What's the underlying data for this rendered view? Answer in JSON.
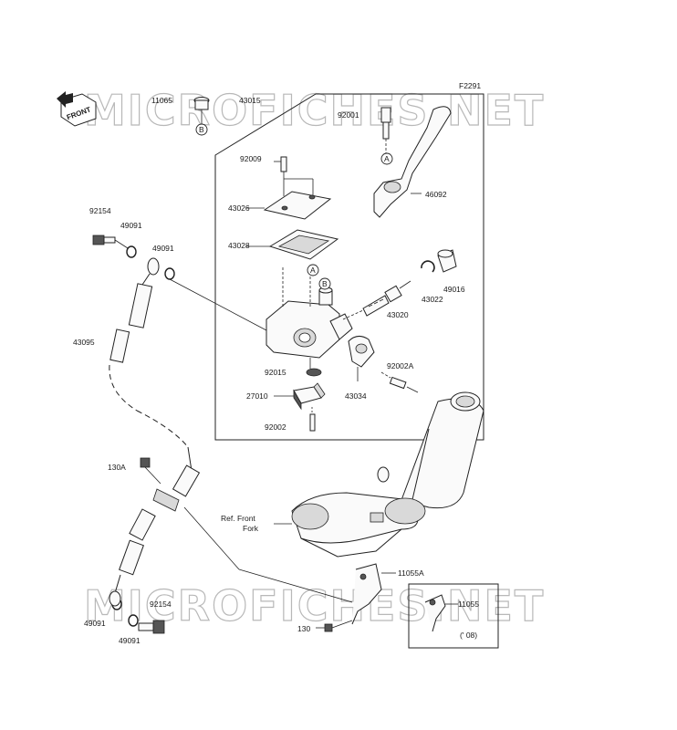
{
  "figure_code": "F2291",
  "watermarks": [
    "MICROFICHES.NET",
    "MICROFICHES.NET"
  ],
  "front_tag": "FRONT",
  "callouts": [
    "A",
    "A",
    "B",
    "B"
  ],
  "parts": [
    {
      "key": "p11065",
      "label": "11065"
    },
    {
      "key": "p43015",
      "label": "43015"
    },
    {
      "key": "p92001",
      "label": "92001"
    },
    {
      "key": "p92009",
      "label": "92009"
    },
    {
      "key": "p46092",
      "label": "46092"
    },
    {
      "key": "p43026",
      "label": "43026"
    },
    {
      "key": "p92154a",
      "label": "92154"
    },
    {
      "key": "p49091a",
      "label": "49091"
    },
    {
      "key": "p49091b",
      "label": "49091"
    },
    {
      "key": "p43028",
      "label": "43028"
    },
    {
      "key": "p49016",
      "label": "49016"
    },
    {
      "key": "p43022",
      "label": "43022"
    },
    {
      "key": "p43020",
      "label": "43020"
    },
    {
      "key": "p43095",
      "label": "43095"
    },
    {
      "key": "p92015",
      "label": "92015"
    },
    {
      "key": "p92002A",
      "label": "92002A"
    },
    {
      "key": "p27010",
      "label": "27010"
    },
    {
      "key": "p43034",
      "label": "43034"
    },
    {
      "key": "p92002",
      "label": "92002"
    },
    {
      "key": "p130A",
      "label": "130A"
    },
    {
      "key": "p11055A",
      "label": "11055A"
    },
    {
      "key": "p92154b",
      "label": "92154"
    },
    {
      "key": "p11055",
      "label": "11055"
    },
    {
      "key": "p49091c",
      "label": "49091"
    },
    {
      "key": "p130",
      "label": "130"
    },
    {
      "key": "p49091d",
      "label": "49091"
    }
  ],
  "ref_note": [
    "Ref. Front",
    "Fork"
  ],
  "year_note": "(' 08)"
}
